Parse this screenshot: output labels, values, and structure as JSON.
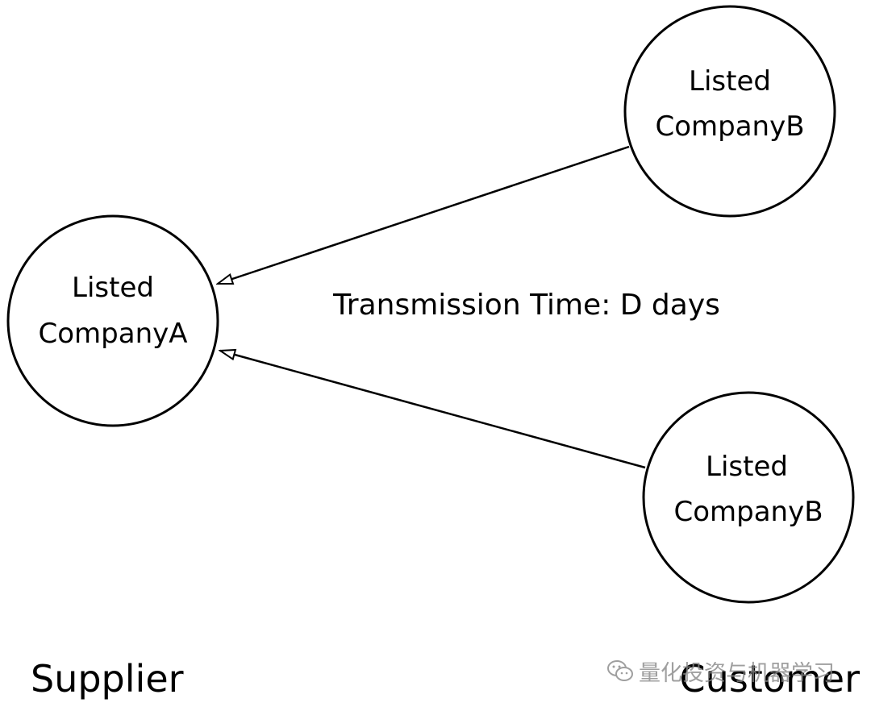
{
  "nodes": {
    "company_a": {
      "line1": "Listed",
      "line2": "CompanyA"
    },
    "company_b_top": {
      "line1": "Listed",
      "line2": "CompanyB"
    },
    "company_b_bottom": {
      "line1": "Listed",
      "line2": "CompanyB"
    }
  },
  "edge_label": "Transmission Time: D days",
  "roles": {
    "supplier": "Supplier",
    "customer": "Customer"
  },
  "watermark": {
    "text": "量化投资与机器学习",
    "icon": "wechat-icon"
  }
}
